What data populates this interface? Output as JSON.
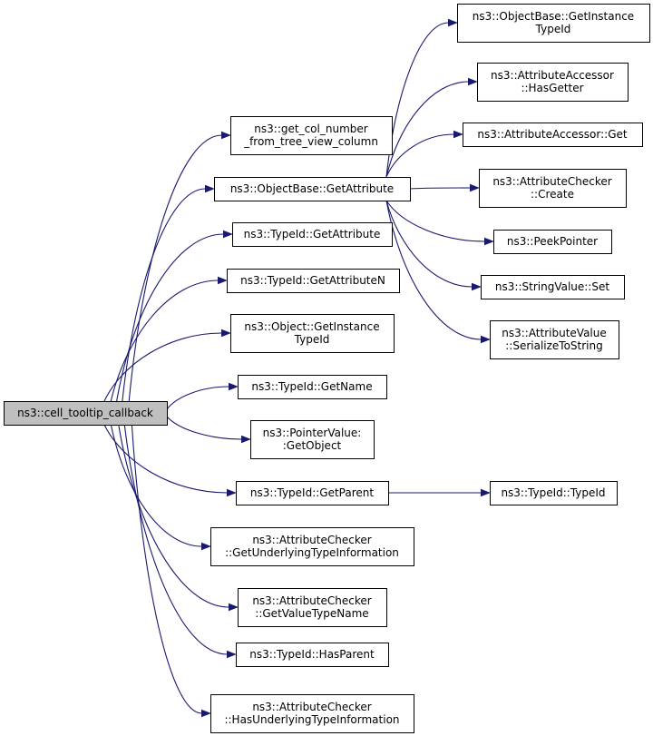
{
  "graph": {
    "edge_color": "#191970",
    "root_fill": "#bfbfbf",
    "node_fill": "#ffffff",
    "nodes": [
      {
        "id": "root",
        "lines": [
          "ns3::cell_tooltip_callback"
        ],
        "root": true
      },
      {
        "id": "gcn",
        "lines": [
          "ns3::get_col_number",
          "_from_tree_view_column"
        ]
      },
      {
        "id": "oga",
        "lines": [
          "ns3::ObjectBase::GetAttribute"
        ]
      },
      {
        "id": "tga",
        "lines": [
          "ns3::TypeId::GetAttribute"
        ]
      },
      {
        "id": "tgan",
        "lines": [
          "ns3::TypeId::GetAttributeN"
        ]
      },
      {
        "id": "ogit",
        "lines": [
          "ns3::Object::GetInstance",
          "TypeId"
        ]
      },
      {
        "id": "tgn",
        "lines": [
          "ns3::TypeId::GetName"
        ]
      },
      {
        "id": "pvgo",
        "lines": [
          "ns3::PointerValue:",
          ":GetObject"
        ]
      },
      {
        "id": "tgp",
        "lines": [
          "ns3::TypeId::GetParent"
        ]
      },
      {
        "id": "acguti",
        "lines": [
          "ns3::AttributeChecker",
          "::GetUnderlyingTypeInformation"
        ]
      },
      {
        "id": "acgvtn",
        "lines": [
          "ns3::AttributeChecker",
          "::GetValueTypeName"
        ]
      },
      {
        "id": "thp",
        "lines": [
          "ns3::TypeId::HasParent"
        ]
      },
      {
        "id": "achuti",
        "lines": [
          "ns3::AttributeChecker",
          "::HasUnderlyingTypeInformation"
        ]
      },
      {
        "id": "obgit",
        "lines": [
          "ns3::ObjectBase::GetInstance",
          "TypeId"
        ]
      },
      {
        "id": "aahg",
        "lines": [
          "ns3::AttributeAccessor",
          "::HasGetter"
        ]
      },
      {
        "id": "aag",
        "lines": [
          "ns3::AttributeAccessor::Get"
        ]
      },
      {
        "id": "acc",
        "lines": [
          "ns3::AttributeChecker",
          "::Create"
        ]
      },
      {
        "id": "pp",
        "lines": [
          "ns3::PeekPointer"
        ]
      },
      {
        "id": "svs",
        "lines": [
          "ns3::StringValue::Set"
        ]
      },
      {
        "id": "avsts",
        "lines": [
          "ns3::AttributeValue",
          "::SerializeToString"
        ]
      },
      {
        "id": "tti",
        "lines": [
          "ns3::TypeId::TypeId"
        ]
      }
    ],
    "edges": [
      [
        "root",
        "gcn"
      ],
      [
        "root",
        "oga"
      ],
      [
        "root",
        "tga"
      ],
      [
        "root",
        "tgan"
      ],
      [
        "root",
        "ogit"
      ],
      [
        "root",
        "tgn"
      ],
      [
        "root",
        "pvgo"
      ],
      [
        "root",
        "tgp"
      ],
      [
        "root",
        "acguti"
      ],
      [
        "root",
        "acgvtn"
      ],
      [
        "root",
        "thp"
      ],
      [
        "root",
        "achuti"
      ],
      [
        "oga",
        "obgit"
      ],
      [
        "oga",
        "aahg"
      ],
      [
        "oga",
        "aag"
      ],
      [
        "oga",
        "acc"
      ],
      [
        "oga",
        "pp"
      ],
      [
        "oga",
        "svs"
      ],
      [
        "oga",
        "avsts"
      ],
      [
        "tgp",
        "tti"
      ]
    ]
  }
}
